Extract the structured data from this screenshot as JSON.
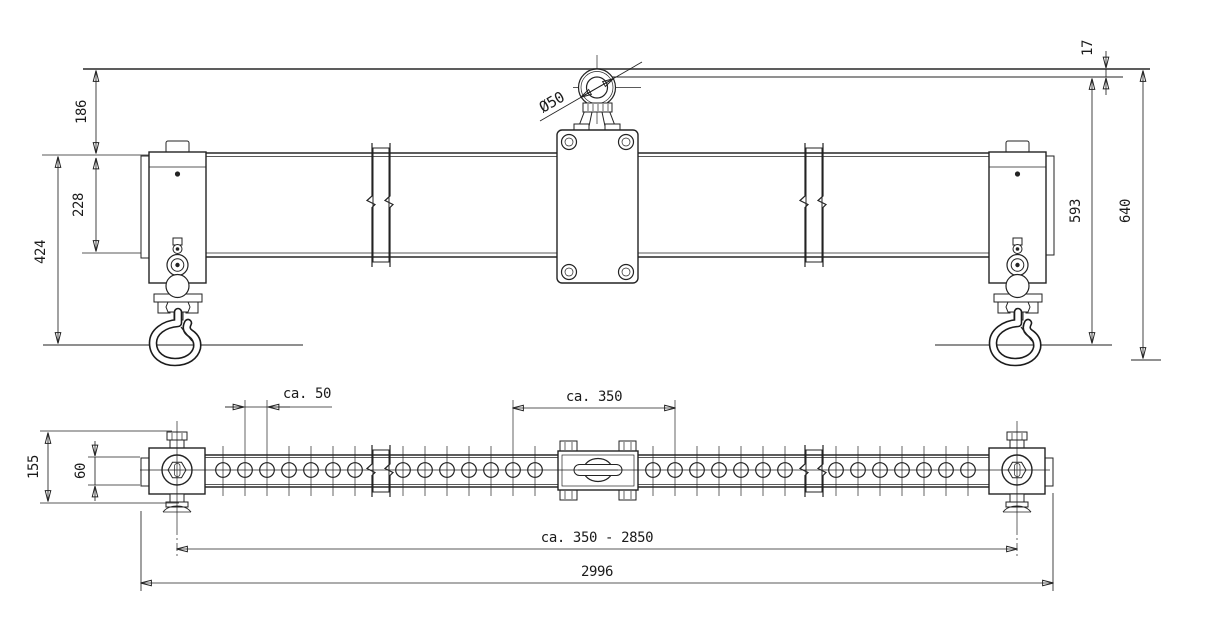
{
  "drawing": {
    "type": "lifting-beam-technical-drawing",
    "colors": {
      "line": "#232323",
      "heavy_line": "#5d5d5d",
      "background": "#ffffff"
    },
    "front_view": {
      "dim_ring_section": "17",
      "dim_ring_to_beam_top": "186",
      "dim_beam_profile_height": "228",
      "dim_beam_top_to_hook": "424",
      "dim_bore_to_hook": "593",
      "dim_overall_height": "640",
      "dim_ring_bore_diameter": "Ø50"
    },
    "plan_view": {
      "dim_hole_pitch": "ca. 50",
      "dim_center_section_span": "ca. 350",
      "dim_end_block_width": "155",
      "dim_beam_width": "60",
      "dim_hook_spacing_range": "ca. 350 - 2850",
      "dim_overall_length": "2996"
    }
  }
}
